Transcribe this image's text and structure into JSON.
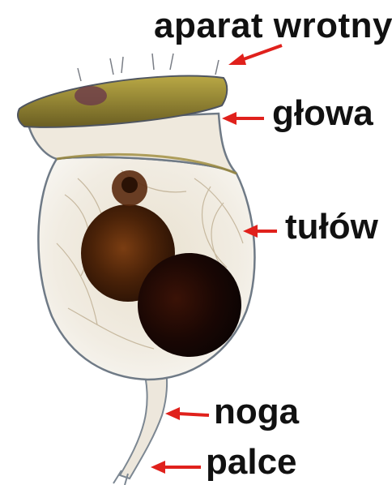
{
  "labels": {
    "corona": "aparat wrotny",
    "head": "głowa",
    "trunk": "tułów",
    "foot": "noga",
    "toes": "palce"
  },
  "colors": {
    "background": "#ffffff",
    "arrow": "#e0211c",
    "label_text": "#111111",
    "specimen_outline": "#6f7a86",
    "stomach": "#3a1a0a",
    "egg": "#140805",
    "ciliary_band": "#8a7a2a"
  },
  "image": {
    "subject": "rotifer micrograph"
  }
}
